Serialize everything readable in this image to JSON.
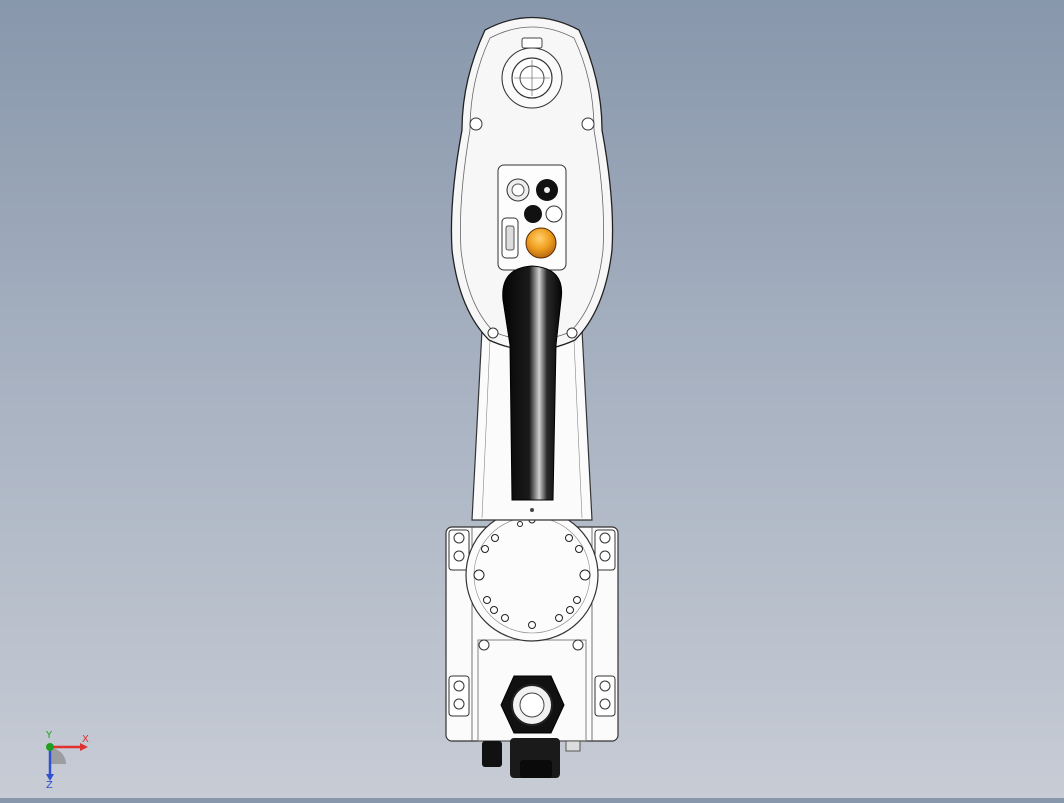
{
  "viewport": {
    "background_top": "#8897ac",
    "background_bottom": "#c7ccd5",
    "model": "robot-arm"
  },
  "triad": {
    "x_label": "X",
    "y_label": "Y",
    "z_label": "Z",
    "x_color": "#e03030",
    "y_color": "#20a020",
    "z_color": "#3050d0"
  },
  "indicator": {
    "color": "#f0a020"
  }
}
